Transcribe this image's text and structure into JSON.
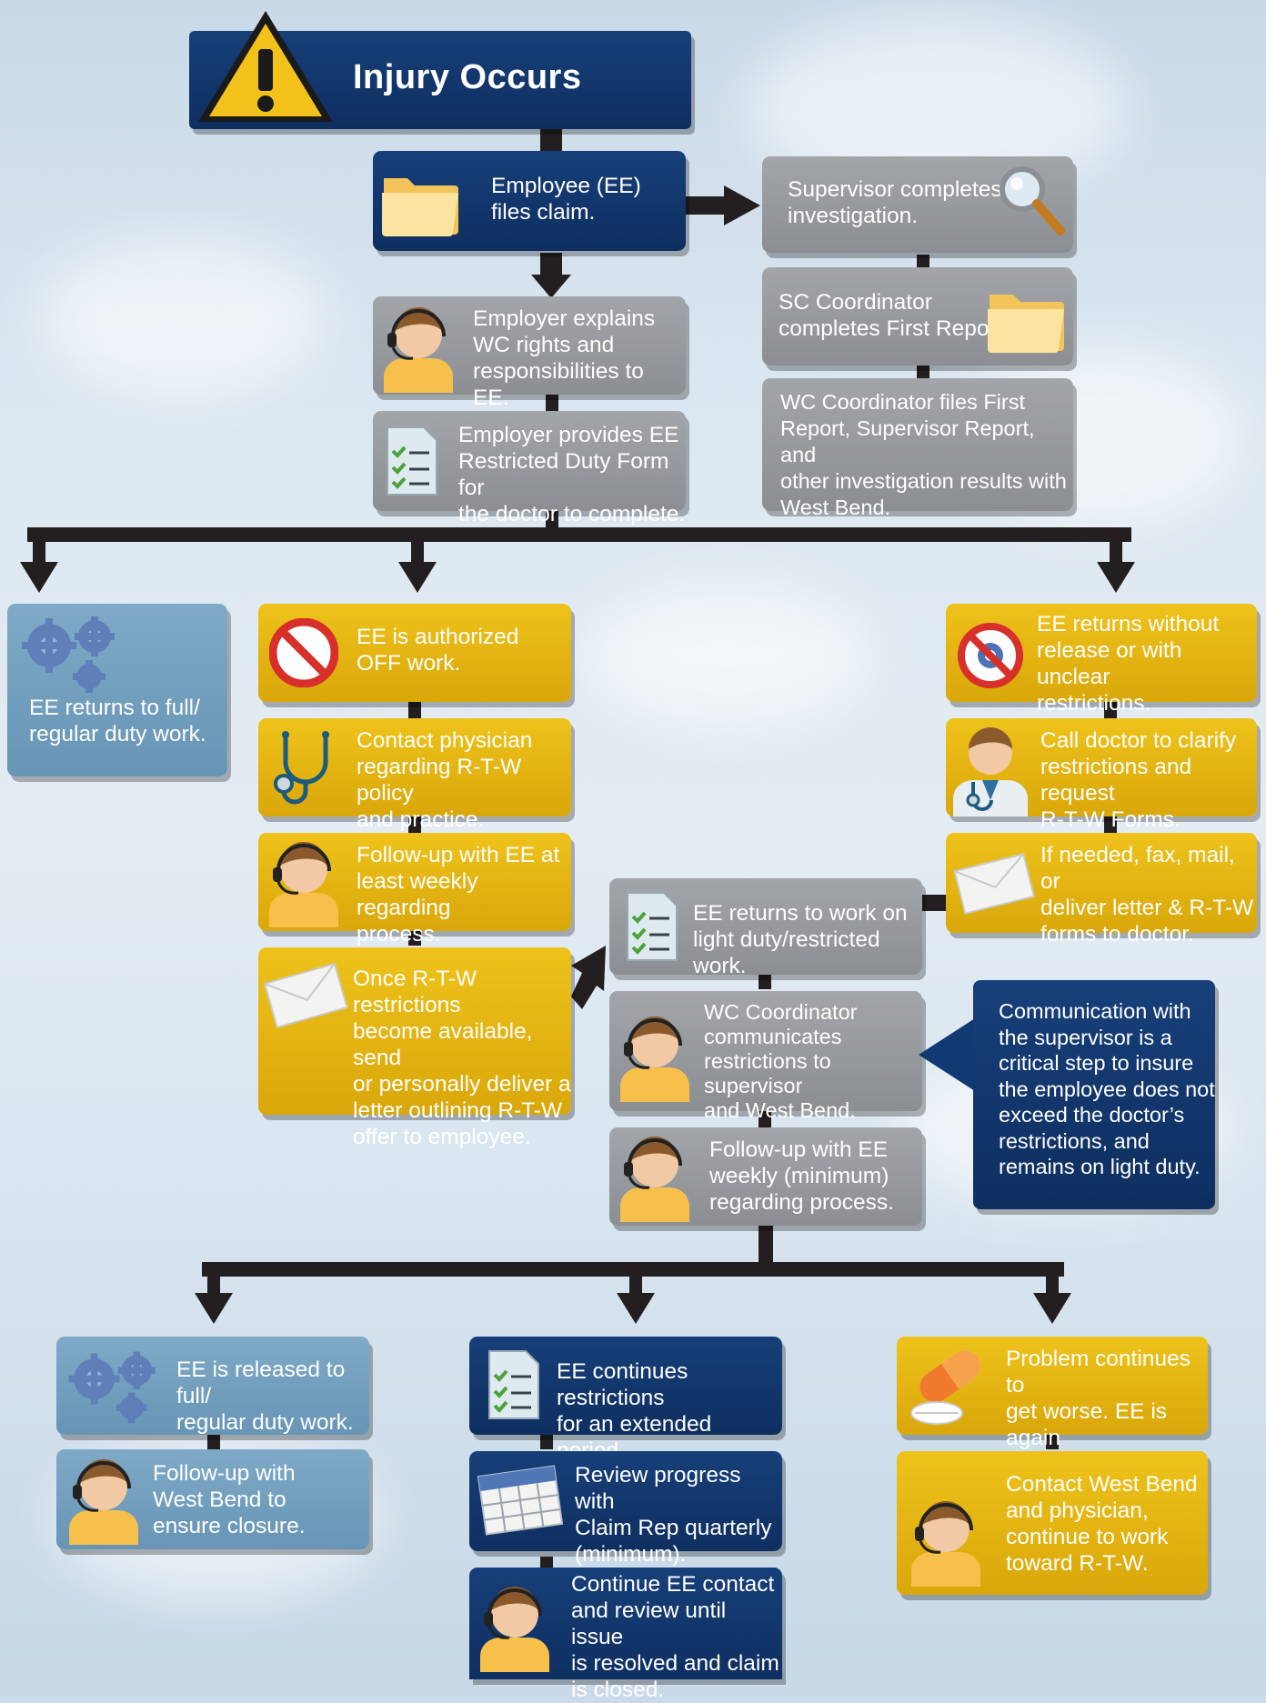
{
  "colors": {
    "navy": "#123a72",
    "gray": "#95989c",
    "gold": "#e5b612",
    "blue": "#769fbe",
    "connector": "#231f20"
  },
  "title": {
    "text": "Injury Occurs",
    "icon": "warning-icon"
  },
  "steps": {
    "files_claim": {
      "text": "Employee (EE)\nfiles claim.",
      "icon": "folder-icon"
    },
    "investigation": {
      "text": "Supervisor completes\ninvestigation.",
      "icon": "magnifier-icon"
    },
    "explains_rights": {
      "text": "Employer explains\nWC rights and\nresponsibilities to EE.",
      "icon": "person-headset-icon"
    },
    "first_report": {
      "text": "SC Coordinator\ncompletes First Report.",
      "icon": "folder-icon"
    },
    "restricted_form": {
      "text": "Employer provides EE\nRestricted Duty Form for\nthe doctor to complete.",
      "icon": "checklist-icon"
    },
    "files_with_westbend": {
      "text": "WC Coordinator files First\nReport, Supervisor Report, and\nother investigation results with\nWest Bend."
    },
    "full_duty": {
      "text": "EE returns to full/\nregular duty work.",
      "icon": "gears-icon"
    },
    "authorized_off": {
      "text": "EE is authorized\nOFF work.",
      "icon": "no-entry-icon"
    },
    "returns_unclear": {
      "text": "EE returns without\nrelease or with unclear\nrestrictions.",
      "icon": "no-gears-icon"
    },
    "contact_physician": {
      "text": "Contact physician\nregarding R-T-W policy\nand practice.",
      "icon": "stethoscope-icon"
    },
    "call_doctor": {
      "text": "Call doctor to clarify\nrestrictions and request\nR-T-W Forms.",
      "icon": "doctor-icon"
    },
    "followup_weekly": {
      "text": "Follow-up with EE at\nleast weekly regarding\nprocess.",
      "icon": "person-headset-icon"
    },
    "fax_mail": {
      "text": "If needed, fax, mail, or\ndeliver letter & R-T-W\nforms to doctor.",
      "icon": "envelope-icon"
    },
    "light_duty": {
      "text": "EE returns to work on\nlight duty/restricted work.",
      "icon": "checklist-icon"
    },
    "send_letter": {
      "text": "Once R-T-W restrictions\nbecome available, send\nor personally deliver a\nletter outlining R-T-W\noffer to employee.",
      "icon": "envelope-icon"
    },
    "communicates": {
      "text": "WC Coordinator\ncommunicates\nrestrictions to supervisor\nand West Bend.",
      "icon": "person-headset-icon"
    },
    "callout": {
      "text": "Communication with\nthe supervisor is a\ncritical step to insure\nthe employee does not\nexceed the doctor’s\nrestrictions, and\nremains on light duty."
    },
    "followup_min": {
      "text": "Follow-up with EE\nweekly (minimum)\nregarding process.",
      "icon": "person-headset-icon"
    },
    "released_full": {
      "text": "EE is released to full/\nregular duty work.",
      "icon": "gears-icon"
    },
    "extended": {
      "text": "EE continues restrictions\nfor an extended period.",
      "icon": "checklist-icon"
    },
    "worse": {
      "text": "Problem continues to\nget worse. EE is again\nauthorized off work.",
      "icon": "pills-icon"
    },
    "ensure_closure": {
      "text": "Follow-up with\nWest Bend to\nensure closure.",
      "icon": "person-headset-icon"
    },
    "review_quarterly": {
      "text": "Review progress with\nClaim Rep quarterly\n(minimum).",
      "icon": "calendar-icon"
    },
    "contact_westbend": {
      "text": "Contact West Bend\nand physician,\ncontinue to work\ntoward R-T-W.",
      "icon": "person-headset-icon"
    },
    "continue_contact": {
      "text": "Continue EE contact\nand review until issue\nis resolved and claim\nis closed.",
      "icon": "person-headset-icon"
    }
  }
}
